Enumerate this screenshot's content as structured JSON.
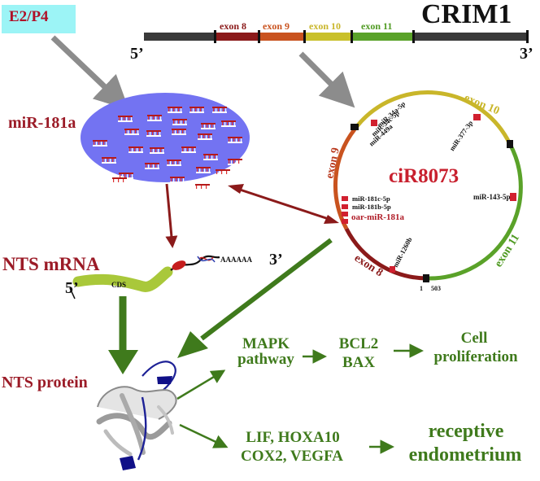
{
  "source": {
    "label": "E2/P4"
  },
  "gene": {
    "name": "CRIM1",
    "five_prime": "5’",
    "three_prime": "3’",
    "exons": [
      "exon 8",
      "exon 9",
      "exon 10",
      "exon 11"
    ]
  },
  "mirna": {
    "label": "miR-181a"
  },
  "circ": {
    "name": "ciR8073",
    "exon_labels": [
      "exon 10",
      "exon 9",
      "exon 11",
      "exon 8"
    ],
    "sites": [
      "miR-34a-5p",
      "miR-34c-5p",
      "miR-449a",
      "miR-377-3p",
      "miR-181c-5p",
      "miR-181b-5p",
      "oar-miR-181a",
      "miR-143-5p",
      "miR-1260b"
    ],
    "coord_start": "1",
    "coord_end": "503"
  },
  "mrna": {
    "label": "NTS mRNA",
    "five_prime": "5’",
    "three_prime": "3’",
    "polya": "AAAAAA",
    "cds": "CDS"
  },
  "protein": {
    "label": "NTS protein"
  },
  "pathway1": {
    "a": "MAPK",
    "b": "pathway",
    "c": "BCL2",
    "d": "BAX",
    "e": "Cell",
    "f": "proliferation"
  },
  "pathway2": {
    "a": "LIF, HOXA10",
    "b": "COX2, VEGFA",
    "c": "receptive",
    "d": "endometrium"
  },
  "colors": {
    "dark_red": "#9b1b27",
    "green": "#3f7a1c",
    "gray_arrow": "#8c8c8c",
    "ellipse": "#7373f2",
    "e2_box": "#9cf4f6"
  }
}
